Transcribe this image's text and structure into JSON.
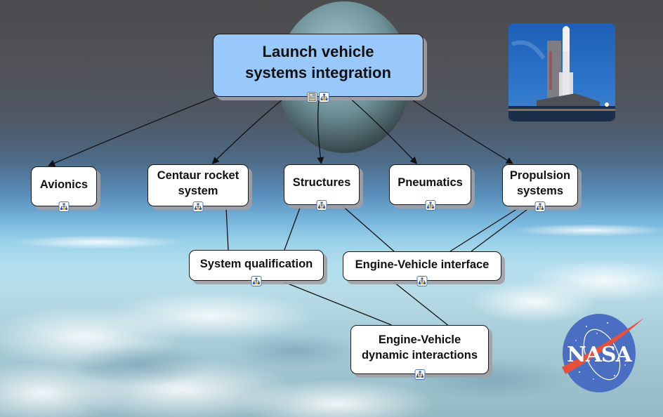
{
  "diagram": {
    "title": "Launch vehicle systems integration",
    "root": {
      "id": "root",
      "lines": [
        "Launch vehicle",
        "systems integration"
      ],
      "icons": [
        "note-icon",
        "hierarchy-icon"
      ]
    },
    "nodes": [
      {
        "id": "avionics",
        "lines": [
          "Avionics"
        ],
        "icons": [
          "hierarchy-icon"
        ]
      },
      {
        "id": "centaur",
        "lines": [
          "Centaur rocket",
          "system"
        ],
        "icons": [
          "hierarchy-icon"
        ]
      },
      {
        "id": "structures",
        "lines": [
          "Structures"
        ],
        "icons": [
          "hierarchy-icon"
        ]
      },
      {
        "id": "pneumatics",
        "lines": [
          "Pneumatics"
        ],
        "icons": [
          "hierarchy-icon"
        ]
      },
      {
        "id": "propulsion",
        "lines": [
          "Propulsion",
          "systems"
        ],
        "icons": [
          "hierarchy-icon"
        ]
      },
      {
        "id": "qualification",
        "lines": [
          "System qualification"
        ],
        "icons": [
          "hierarchy-icon"
        ]
      },
      {
        "id": "interface",
        "lines": [
          "Engine-Vehicle interface"
        ],
        "icons": [
          "hierarchy-icon"
        ]
      },
      {
        "id": "dynamic",
        "lines": [
          "Engine-Vehicle",
          "dynamic interactions"
        ],
        "icons": [
          "hierarchy-icon"
        ]
      }
    ],
    "edges": [
      {
        "from": "root",
        "to": "avionics",
        "directed": true
      },
      {
        "from": "root",
        "to": "centaur",
        "directed": true
      },
      {
        "from": "root",
        "to": "structures",
        "directed": true
      },
      {
        "from": "root",
        "to": "pneumatics",
        "directed": true
      },
      {
        "from": "root",
        "to": "propulsion",
        "directed": true
      },
      {
        "from": "centaur",
        "to": "qualification",
        "directed": false
      },
      {
        "from": "structures",
        "to": "qualification",
        "directed": false
      },
      {
        "from": "structures",
        "to": "interface",
        "directed": false
      },
      {
        "from": "propulsion",
        "to": "interface",
        "directed": false
      },
      {
        "from": "propulsion",
        "to": "interface",
        "directed": false
      },
      {
        "from": "qualification",
        "to": "dynamic",
        "directed": false
      },
      {
        "from": "interface",
        "to": "dynamic",
        "directed": false
      }
    ]
  },
  "decorations": {
    "photo": "rocket-launch-pad-photo",
    "logo_text": "NASA",
    "background": "earth-and-clouds-backdrop"
  },
  "colors": {
    "root_fill": "#99c9fb",
    "node_fill": "#ffffff",
    "edge": "#111111",
    "nasa_blue": "#4a6fc2",
    "nasa_red": "#e8503a"
  }
}
